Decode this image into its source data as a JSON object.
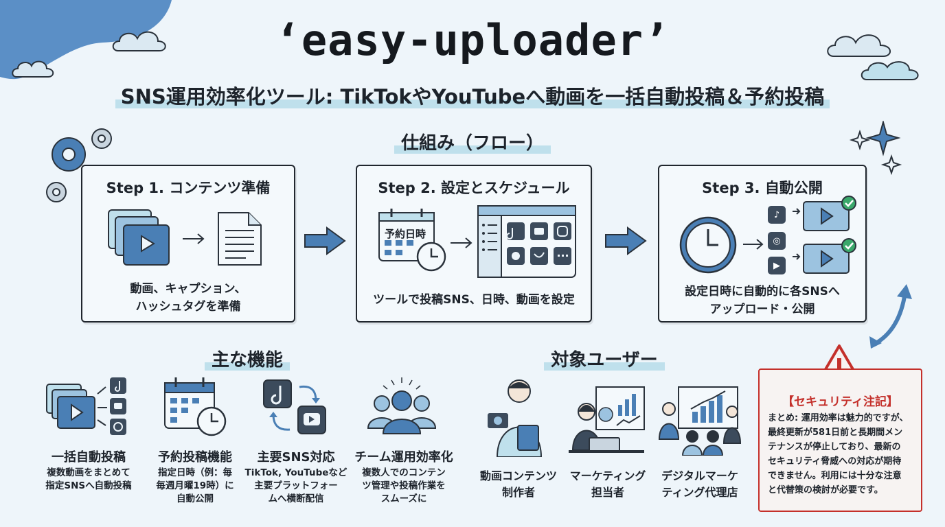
{
  "title": "‘easy-uploader’",
  "subtitle": "SNS運用効率化ツール: TikTokやYouTubeへ動画を一括自動投稿＆予約投稿",
  "flow": {
    "heading": "仕組み（フロー）",
    "steps": [
      {
        "title": "Step 1. コンテンツ準備",
        "caption_line1": "動画、キャプション、",
        "caption_line2": "ハッシュタグを準備"
      },
      {
        "title": "Step 2. 設定とスケジュール",
        "calendar_label": "予約日時",
        "caption_line1": "ツールで投稿SNS、日時、動画を設定"
      },
      {
        "title": "Step 3. 自動公開",
        "caption_line1": "設定日時に自動的に各SNSへ",
        "caption_line2": "アップロード・公開"
      }
    ]
  },
  "features": {
    "heading": "主な機能",
    "items": [
      {
        "title": "一括自動投稿",
        "desc_line1": "複数動画をまとめて",
        "desc_line2": "指定SNSへ自動投稿"
      },
      {
        "title": "予約投稿機能",
        "desc_line1": "指定日時（例：毎",
        "desc_line2": "毎週月曜19時）に",
        "desc_line3": "自動公開"
      },
      {
        "title": "主要SNS対応",
        "desc_line1": "TikTok, YouTubeなど",
        "desc_line2": "主要プラットフォー",
        "desc_line3": "ムへ横断配信"
      },
      {
        "title": "チーム運用効率化",
        "desc_line1": "複数人でのコンテン",
        "desc_line2": "ツ管理や投稿作業を",
        "desc_line3": "スムーズに"
      }
    ]
  },
  "users": {
    "heading": "対象ユーザー",
    "items": [
      {
        "line1": "動画コンテンツ",
        "line2": "制作者"
      },
      {
        "line1": "マーケティング",
        "line2": "担当者"
      },
      {
        "line1": "デジタルマーケ",
        "line2": "ティング代理店"
      }
    ]
  },
  "security": {
    "heading": "【セキュリティ注記】",
    "lines": [
      "まとめ: 運用効率は魅力的ですが、",
      "最終更新が581日前と長期間メン",
      "テナンスが停止しており、最新の",
      "セキュリティ脅威への対応が期待",
      "できません。利用には十分な注意",
      "と代替策の検討が必要です。"
    ]
  },
  "colors": {
    "accent_blue": "#4a7fb5",
    "highlight": "#bfe0ec",
    "warning_red": "#c4302b",
    "check_green": "#3aa86b"
  }
}
